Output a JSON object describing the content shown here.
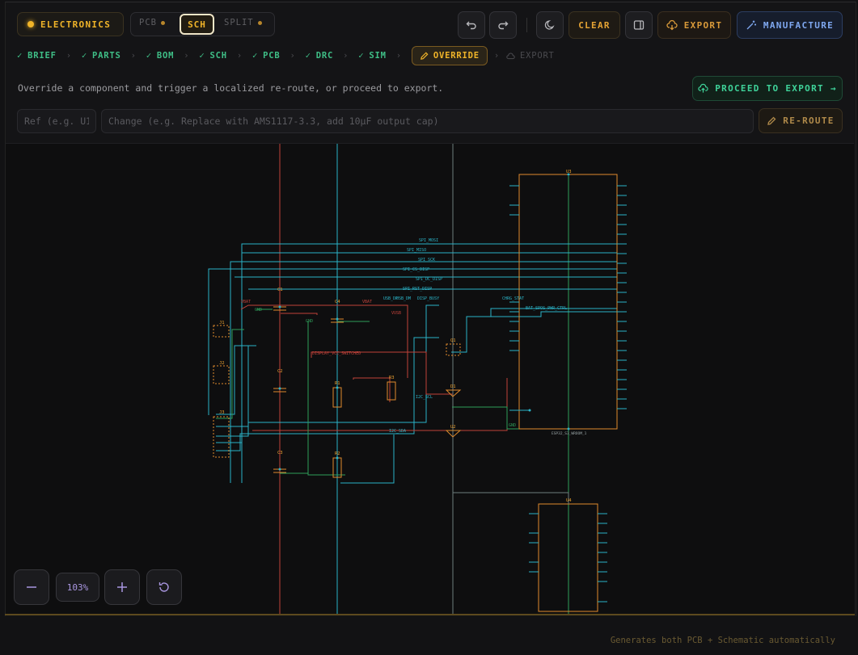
{
  "header": {
    "mode_badge": "ELECTRONICS",
    "view_tabs": [
      {
        "label": "PCB"
      },
      {
        "label": "SCH"
      },
      {
        "label": "SPLIT"
      }
    ],
    "clear_label": "CLEAR",
    "export_label": "EXPORT",
    "manufacture_label": "MANUFACTURE"
  },
  "steps": [
    {
      "label": "BRIEF"
    },
    {
      "label": "PARTS"
    },
    {
      "label": "BOM"
    },
    {
      "label": "SCH"
    },
    {
      "label": "PCB"
    },
    {
      "label": "DRC"
    },
    {
      "label": "SIM"
    },
    {
      "label": "OVERRIDE"
    },
    {
      "label": "EXPORT"
    }
  ],
  "override": {
    "hint": "Override a component and trigger a localized re-route, or proceed to export.",
    "proceed_label": "PROCEED TO EXPORT →",
    "ref_placeholder": "Ref (e.g. U1)",
    "change_placeholder": "Change (e.g. Replace with AMS1117-3.3, add 10µF output cap)",
    "reroute_label": "RE-ROUTE"
  },
  "schematic": {
    "refs": {
      "u3": "U3",
      "u4": "U4",
      "c1": "C1",
      "c2": "C2",
      "c3": "C3",
      "c4": "C4",
      "j1": "J1",
      "j2": "J2",
      "j3": "J3",
      "r1": "R1",
      "r2": "R2",
      "r3": "R3",
      "q1": "Q1",
      "d1": "D1",
      "u2": "U2"
    },
    "u3_part": "ESP32_S3_WROOM_1",
    "net_labels": [
      "SPI_MOSI",
      "SPI_MISO",
      "SPI_SCK",
      "SPI_CS_DISP",
      "SPI_DC_DISP",
      "SPI_RST_DISP",
      "USB_DP",
      "USB_DM",
      "DISP_BUSY",
      "CHRG_STAT",
      "BAT_SPOS_PWR_CTRL",
      "DISPLAY_VCC_SWITCHED",
      "I2C_SCL",
      "I2C_SDA",
      "VBAT",
      "VUSB",
      "GND"
    ]
  },
  "zoom": {
    "level": "103%"
  },
  "footer": {
    "note": "Generates both PCB + Schematic automatically"
  },
  "colors": {
    "accent": "#f0b429",
    "success": "#3fbf87",
    "manufacture": "#7fa8f0",
    "export": "#d99a3a",
    "wire_cyan": "#2bb3c7",
    "wire_red": "#c0423a",
    "wire_green": "#2f9e5a",
    "component": "#e08a2c"
  }
}
